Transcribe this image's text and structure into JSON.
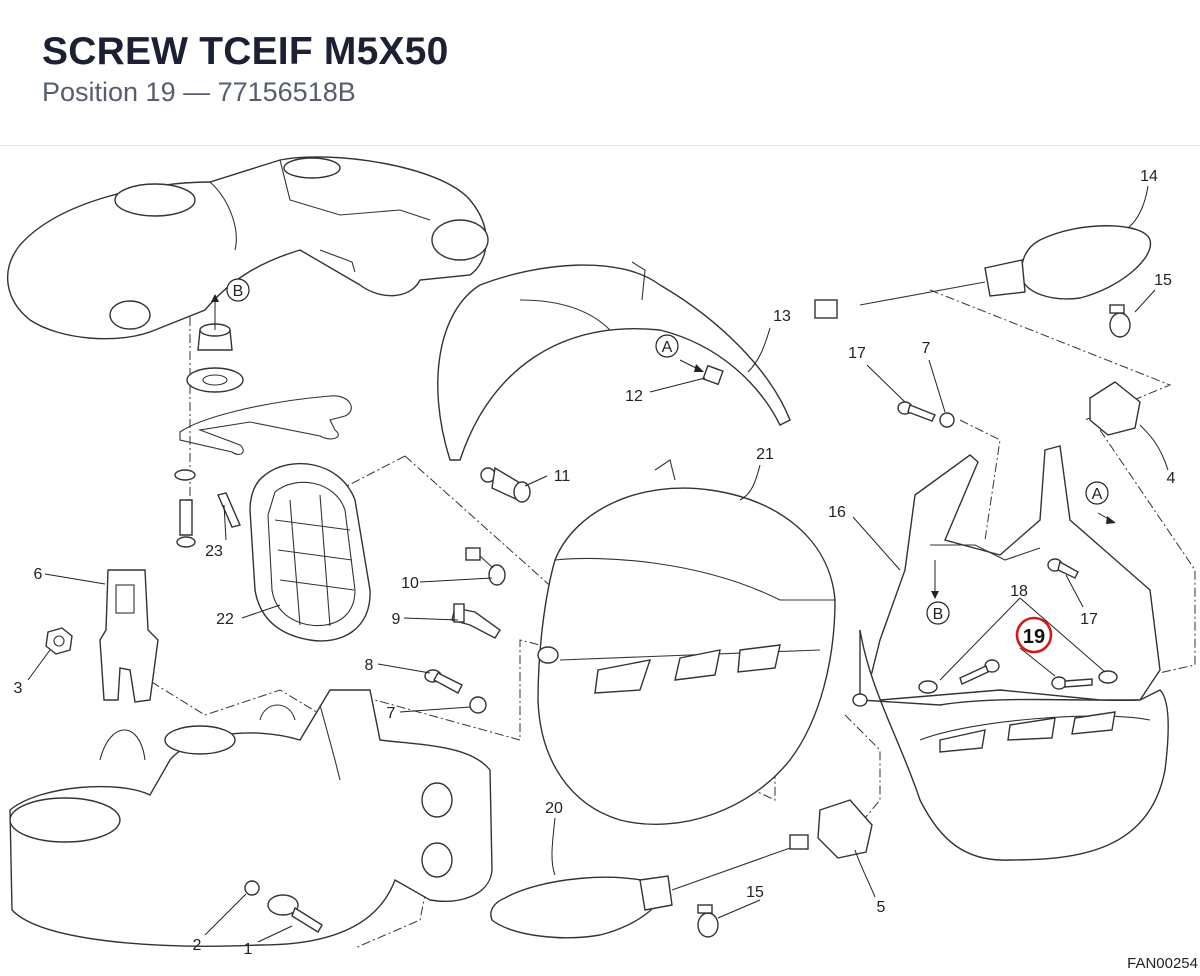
{
  "header": {
    "title": "SCREW TCEIF M5X50",
    "subtitle": "Position 19 — 77156518B"
  },
  "diagram": {
    "highlight_color": "#d11a1a",
    "selected_position": "19",
    "callouts": {
      "p1": "1",
      "p2": "2",
      "p3": "3",
      "p4": "4",
      "p5": "5",
      "p6": "6",
      "p7a": "7",
      "p7b": "7",
      "p8": "8",
      "p9": "9",
      "p10": "10",
      "p11": "11",
      "p12": "12",
      "p13": "13",
      "p14": "14",
      "p15a": "15",
      "p15b": "15",
      "p16": "16",
      "p17a": "17",
      "p17b": "17",
      "p18": "18",
      "p19": "19",
      "p20": "20",
      "p21": "21",
      "p22": "22",
      "p23": "23"
    },
    "reference_letters": {
      "a1": "A",
      "a2": "A",
      "b1": "B",
      "b2": "B"
    },
    "drawing_code": "FAN00254"
  }
}
